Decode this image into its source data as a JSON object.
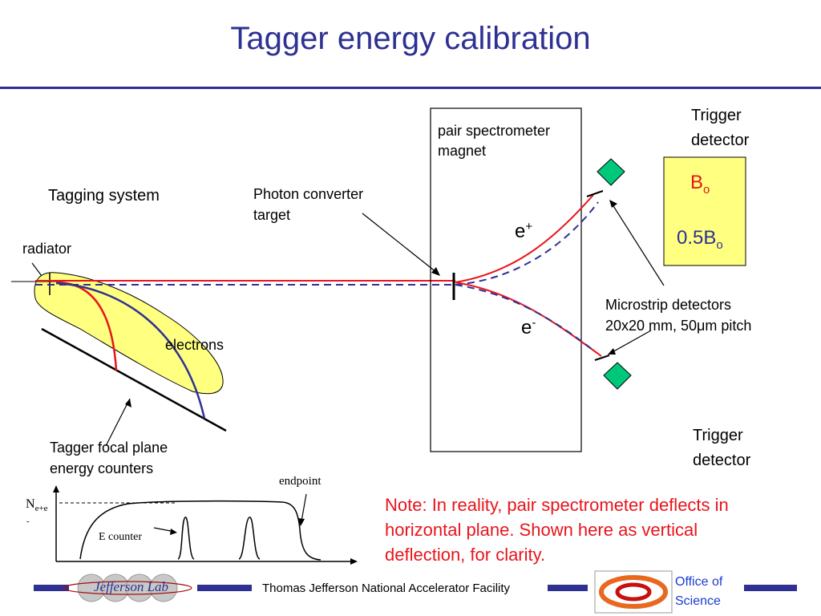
{
  "slide": {
    "title": "Tagger energy calibration"
  },
  "labels": {
    "tagging_system": "Tagging system",
    "radiator": "radiator",
    "electrons": "electrons",
    "focal_plane_line1": "Tagger focal plane",
    "focal_plane_line2": "energy counters",
    "converter_line1": "Photon converter",
    "converter_line2": "target",
    "magnet_line1": "pair spectrometer",
    "magnet_line2": "magnet",
    "e_plus": "e",
    "e_plus_sup": "+",
    "e_minus": "e",
    "e_minus_sup": "-",
    "trigger_top_line1": "Trigger",
    "trigger_top_line2": "detector",
    "trigger_bottom_line1": "Trigger",
    "trigger_bottom_line2": "detector",
    "field_b": "B",
    "field_b_sub": "o",
    "field_half_b": "0.5B",
    "field_half_b_sub": "o",
    "microstrip_line1": "Microstrip detectors",
    "microstrip_line2": "20x20 mm, 50μm pitch"
  },
  "inset": {
    "y_label": "N",
    "y_label_sub": "e+e",
    "y_label_sub2": "-",
    "endpoint": "endpoint",
    "e_counter": "E counter"
  },
  "note": {
    "line1": "Note: In reality, pair spectrometer deflects in",
    "line2": "horizontal plane. Shown here as vertical",
    "line3": "deflection, for clarity."
  },
  "footer": {
    "lab_logo_text": "Jefferson Lab",
    "facility": "Thomas Jefferson National Accelerator Facility",
    "office_line1": "Office of",
    "office_line2": "Science"
  },
  "colors": {
    "title": "#2e3192",
    "red_track": "#e8141c",
    "blue_track": "#2e3192",
    "yellow_fill": "#ffff80",
    "detector_fill": "#00c87a",
    "note": "#e8141c"
  }
}
